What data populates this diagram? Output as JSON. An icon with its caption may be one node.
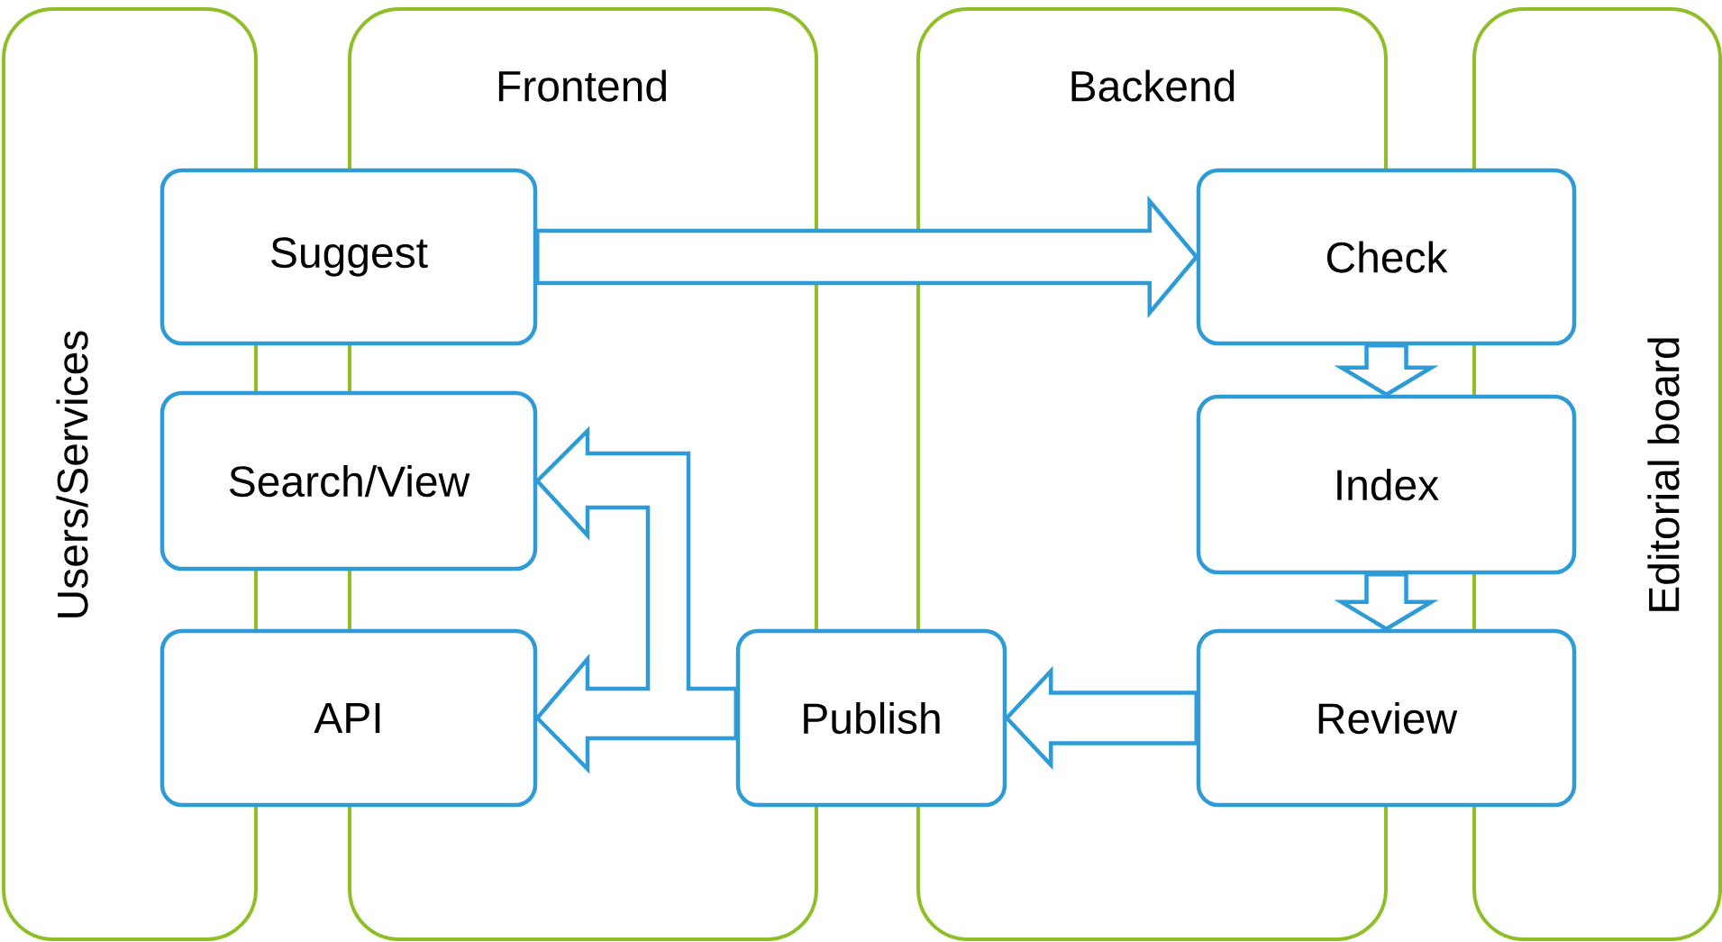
{
  "diagram": {
    "nodes": [
      {
        "text": [
          "Users/Services"
        ]
      },
      {
        "text": [
          "Frontend"
        ]
      },
      {
        "text": [
          "Backend"
        ]
      },
      {
        "text": [
          "Editorial board"
        ]
      },
      {
        "text": [
          "Suggest"
        ]
      },
      {
        "text": [
          "Check"
        ]
      },
      {
        "text": [
          "Search/View"
        ]
      },
      {
        "text": [
          "Index"
        ]
      },
      {
        "text": [
          "API"
        ]
      },
      {
        "text": [
          "Publish"
        ]
      },
      {
        "text": [
          "Review"
        ]
      }
    ],
    "edges": [
      {
        "from": 4,
        "to": 5,
        "arrow": "to"
      },
      {
        "from": 5,
        "to": 7,
        "arrow": "to"
      },
      {
        "from": 7,
        "to": 10,
        "arrow": "to"
      },
      {
        "from": 10,
        "to": 9,
        "arrow": "to"
      },
      {
        "from": 9,
        "to": 6,
        "arrow": "to"
      },
      {
        "from": 9,
        "to": 8,
        "arrow": "to"
      }
    ]
  }
}
